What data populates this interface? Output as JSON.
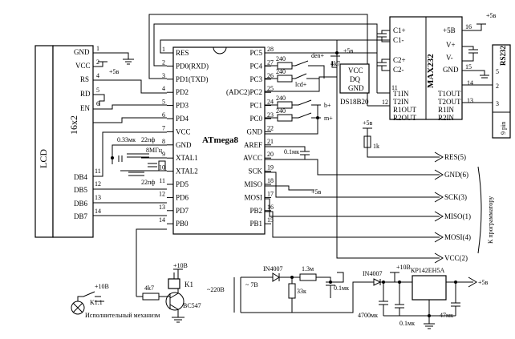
{
  "lcd": {
    "name": "LCD",
    "model": "16x2",
    "pins": [
      "GND",
      "VCC",
      "RS",
      "RD",
      "EN",
      "DB4",
      "DB5",
      "DB6",
      "DB7"
    ],
    "pin_numbers": [
      "1",
      "2",
      "4",
      "5",
      "6",
      "11",
      "12",
      "13",
      "14"
    ],
    "vcc_label": "+5в"
  },
  "mcu": {
    "name": "ATmega8",
    "left_pins": [
      "RES",
      "PD0(RXD)",
      "PD1(TXD)",
      "PD2",
      "PD3",
      "PD4",
      "VCC",
      "GND",
      "XTAL1",
      "XTAL2",
      "PD5",
      "PD6",
      "PD7",
      "PB0"
    ],
    "left_numbers": [
      "1",
      "2",
      "3",
      "4",
      "5",
      "6",
      "7",
      "8",
      "9",
      "10",
      "11",
      "12",
      "13",
      "14"
    ],
    "right_pins": [
      "PC5",
      "PC4",
      "PC3",
      "(ADC2)PC2",
      "PC1",
      "PC0",
      "GND",
      "AREF",
      "AVCC",
      "SCK",
      "MISO",
      "MOSI",
      "PB2",
      "PB1"
    ],
    "right_numbers": [
      "28",
      "27",
      "26",
      "25",
      "24",
      "23",
      "22",
      "21",
      "20",
      "19",
      "18",
      "17",
      "16",
      "15"
    ]
  },
  "max232": {
    "name": "MAX232",
    "left_pins": [
      "C1+",
      "C1-",
      "C2+",
      "C2-",
      "T1IN",
      "T2IN",
      "R1OUT",
      "R2OUT"
    ],
    "right_pins": [
      "+5B",
      "V+",
      "V-",
      "GND",
      "T1OUT",
      "T2OUT",
      "R1IN",
      "R2IN"
    ],
    "numbers": [
      "11",
      "12",
      "16",
      "15",
      "14",
      "13"
    ],
    "supply": "+5в"
  },
  "rs232": {
    "name": "RS232",
    "connector": "9 pin",
    "pins": [
      "5",
      "2",
      "3"
    ]
  },
  "sensor": {
    "name": "DS18B20",
    "pins": [
      "VCC",
      "DQ",
      "GND"
    ],
    "pullup": "4k7",
    "supply": "+5в"
  },
  "buttons": [
    "den+",
    "lcd+",
    "b+",
    "m+"
  ],
  "resistors": [
    "240",
    "240",
    "240",
    "240",
    "1k",
    "4k7",
    "1.3м",
    "33к"
  ],
  "crystal": {
    "freq": "8МГц",
    "caps": [
      "0.33мк",
      "22пф",
      "22пф"
    ]
  },
  "aref_cap": "0.1мк",
  "programmer": {
    "title": "К программатору",
    "lines": [
      "RES(5)",
      "GND(6)",
      "SCK(3)",
      "MISO(1)",
      "MOSI(4)",
      "VCC(2)"
    ],
    "supply": "+5в"
  },
  "relay": {
    "name": "K1",
    "contact": "K1.1",
    "supply": "+10B",
    "transistor": "BC547",
    "base_res": "4k7",
    "load": "Исполнительный механизм",
    "load_supply": "+10B"
  },
  "power": {
    "mains": "~220В",
    "secondary": "~ 7В",
    "diode1": "IN4007",
    "diode2": "IN4007",
    "r1": "1.3м",
    "r2": "33к",
    "c1": "0.1мк",
    "c_bulk": "4700мк",
    "c2": "0.1мк",
    "c3": "47мк",
    "regulator": "КР142ЕН5А",
    "out10": "+10B",
    "out5": "+5в"
  }
}
